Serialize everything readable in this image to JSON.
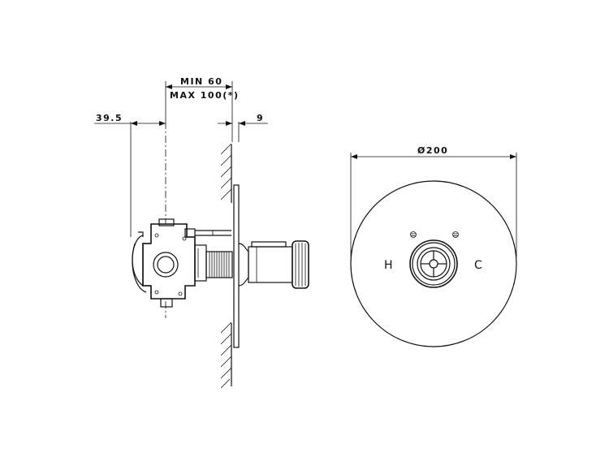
{
  "dimensions": {
    "min_depth": "MIN 60",
    "max_depth": "MAX 100(*)",
    "offset_left": "39.5",
    "plate_thickness": "9",
    "diameter": "Ø200"
  },
  "labels": {
    "hot": "H",
    "cold": "C"
  }
}
